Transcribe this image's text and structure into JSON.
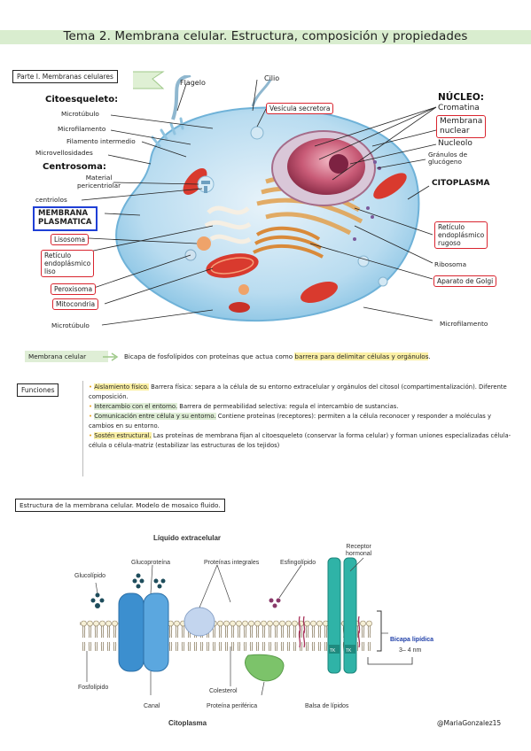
{
  "page": {
    "title": "Tema 2. Membrana celular. Estructura, composición y propiedades"
  },
  "cell_section": {
    "tag": "Parte I. Membranas celulares",
    "left_labels": {
      "citoesqueleto": "Citoesqueleto:",
      "microtubulo": "Microtúbulo",
      "microfilamento": "Microfilamento",
      "filamento_intermedio": "Filamento intermedio",
      "microvellosidades": "Microvellosidades",
      "centrosoma": "Centrosoma:",
      "material_pericentriolar": "Material\npericentriolar",
      "centriolos": "centriolos",
      "membrana_plasmatica": "MEMBRANA\nPLASMATICA",
      "lisosoma": "Lisosoma",
      "reticulo_liso": "Retículo\nendoplásmico\nliso",
      "peroxisoma": "Peroxisoma",
      "mitocondria": "Mitocondria",
      "microtubulo_bottom": "Microtúbulo"
    },
    "top_labels": {
      "flagelo": "Flagelo",
      "cilio": "Cilio",
      "vesicula_secretora": "Vesícula secretora"
    },
    "right_labels": {
      "nucleo": "NÚCLEO:",
      "cromatina": "Cromatina",
      "membrana_nuclear": "Membrana\nnuclear",
      "nucleolo": "Nucleolo",
      "granulos_glucogeno": "Gránulos de\nglucógeno",
      "citoplasma": "CITOPLASMA",
      "reticulo_rugoso": "Retículo\nendoplásmico\nrugoso",
      "ribosoma": "Ribosoma",
      "aparato_golgi": "Aparato de Golgi",
      "microfilamento_bottom": "Microfilamento"
    }
  },
  "definition": {
    "tag": "Membrana celular",
    "text_before": "Bicapa de fosfolípidos con proteínas que actua como ",
    "highlight": "barrera para delimitar células y orgánulos",
    "text_after": "."
  },
  "funciones": {
    "tag": "Funciones",
    "items": [
      {
        "head": "Aislamiento físico.",
        "body": " Barrera física: separa a la célula de su entorno extracelular y orgánulos del citosol (compartimentalización). Diferente composición."
      },
      {
        "head": "Intercambio con el entorno.",
        "body": " Barrera de permeabilidad selectiva: regula el intercambio de sustancias."
      },
      {
        "head": "Comunicación entre célula y su entorno.",
        "body": " Contiene proteínas (receptores): permiten a la célula reconocer y responder a moléculas y cambios en su entorno."
      },
      {
        "head": "Sostén estructural.",
        "body": " Las proteínas de membrana fijan al citoesqueleto (conservar la forma celular) y forman uniones especializadas célula- célula o célula-matriz (estabilizar las estructuras de los tejidos)"
      }
    ]
  },
  "estructura": {
    "tag": "Estructura de la membrana celular. Modelo de mosaico fluido."
  },
  "membrane_figure": {
    "liquido_extracelular": "Líquido extracelular",
    "citoplasma": "Citoplasma",
    "glucolipido": "Glucolípido",
    "glucoproteina": "Glucoproteína",
    "proteinas_integrales": "Proteínas integrales",
    "esfingolipido": "Esfingolípido",
    "receptor_hormonal": "Receptor\nhormonal",
    "bicapa_lipidica": "Bicapa lipídica",
    "bicapa_grosor": "3– 4 nm",
    "fosfolipido": "Fosfolípido",
    "colesterol": "Colesterol",
    "canal": "Canal",
    "proteina_periferica": "Proteína periférica",
    "balsa_lipidos": "Balsa de lípidos",
    "tk_label": "TK"
  },
  "footer": {
    "author": "@MariaGonzalez",
    "page_number": "15"
  }
}
